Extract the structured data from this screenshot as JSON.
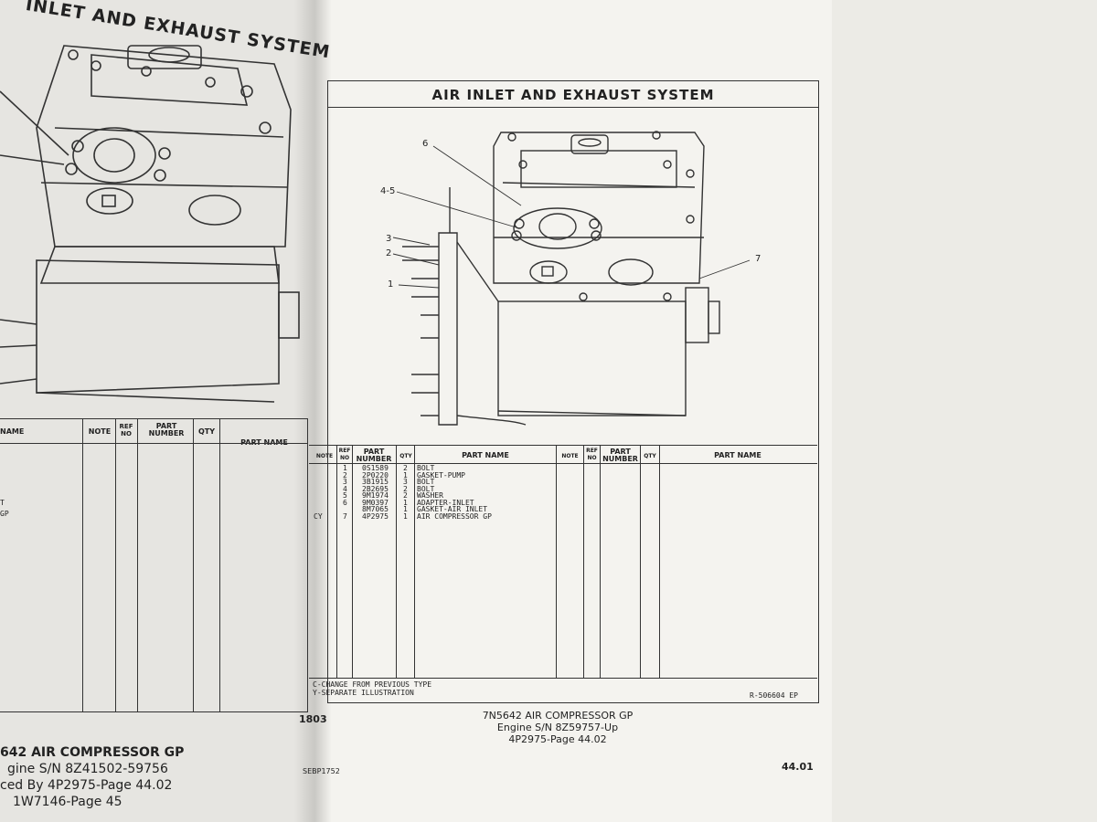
{
  "left_page": {
    "title": "INLET AND EXHAUST SYSTEM",
    "columns": [
      "NAME",
      "NOTE",
      "REF NO",
      "PART NUMBER",
      "QTY",
      "PART NAME"
    ],
    "visible_fragments": [
      "T",
      "GP"
    ],
    "footer": {
      "line1": "642 AIR COMPRESSOR GP",
      "line2": "gine S/N 8Z41502-59756",
      "line3": "ced By 4P2975-Page 44.02",
      "line4": "1W7146-Page 45"
    }
  },
  "right_page": {
    "title": "AIR INLET AND EXHAUST SYSTEM",
    "callouts": [
      "6",
      "4-5",
      "3",
      "2",
      "1",
      "7"
    ],
    "table": {
      "columns": [
        "NOTE",
        "REF NO",
        "PART NUMBER",
        "QTY",
        "PART NAME",
        "NOTE",
        "REF NO",
        "PART NUMBER",
        "QTY",
        "PART NAME"
      ],
      "rows": [
        {
          "note": "",
          "ref": "1",
          "part": "0S1589",
          "qty": "2",
          "name": "BOLT"
        },
        {
          "note": "",
          "ref": "2",
          "part": "2P0220",
          "qty": "1",
          "name": "GASKET-PUMP"
        },
        {
          "note": "",
          "ref": "3",
          "part": "3B1915",
          "qty": "3",
          "name": "BOLT"
        },
        {
          "note": "",
          "ref": "4",
          "part": "2B2695",
          "qty": "2",
          "name": "BOLT"
        },
        {
          "note": "",
          "ref": "5",
          "part": "9M1974",
          "qty": "2",
          "name": "WASHER"
        },
        {
          "note": "",
          "ref": "6",
          "part": "9M0397",
          "qty": "1",
          "name": "ADAPTER-INLET"
        },
        {
          "note": "",
          "ref": "",
          "part": "8M7065",
          "qty": "1",
          "name": "GASKET-AIR INLET"
        },
        {
          "note": "CY",
          "ref": "7",
          "part": "4P2975",
          "qty": "1",
          "name": "AIR COMPRESSOR GP"
        }
      ]
    },
    "legend": [
      "C-CHANGE FROM PREVIOUS TYPE",
      "Y-SEPARATE ILLUSTRATION"
    ],
    "ref_code": "R-506604 EP",
    "footer": {
      "page_code": "1803",
      "line1": "7N5642 AIR COMPRESSOR GP",
      "line2": "Engine S/N 8Z59757-Up",
      "line3": "4P2975-Page 44.02",
      "doc_id": "SEBP1752",
      "page_number": "44.01"
    }
  }
}
